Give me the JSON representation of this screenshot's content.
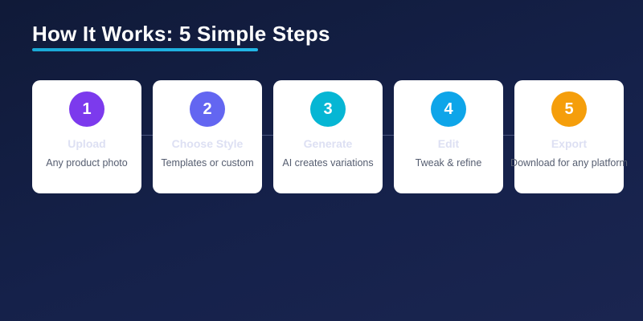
{
  "header": {
    "title": "How It Works: 5 Simple Steps",
    "accent_color": "#1aa9d6"
  },
  "steps": [
    {
      "number": "1",
      "title": "Upload",
      "description": "Any product photo",
      "color": "#7c3aed"
    },
    {
      "number": "2",
      "title": "Choose Style",
      "description": "Templates or custom",
      "color": "#6366f1"
    },
    {
      "number": "3",
      "title": "Generate",
      "description": "AI creates variations",
      "color": "#06b6d4"
    },
    {
      "number": "4",
      "title": "Edit",
      "description": "Tweak & refine",
      "color": "#0ea5e9"
    },
    {
      "number": "5",
      "title": "Export",
      "description": "Download for any platform",
      "color": "#f59e0b"
    }
  ]
}
